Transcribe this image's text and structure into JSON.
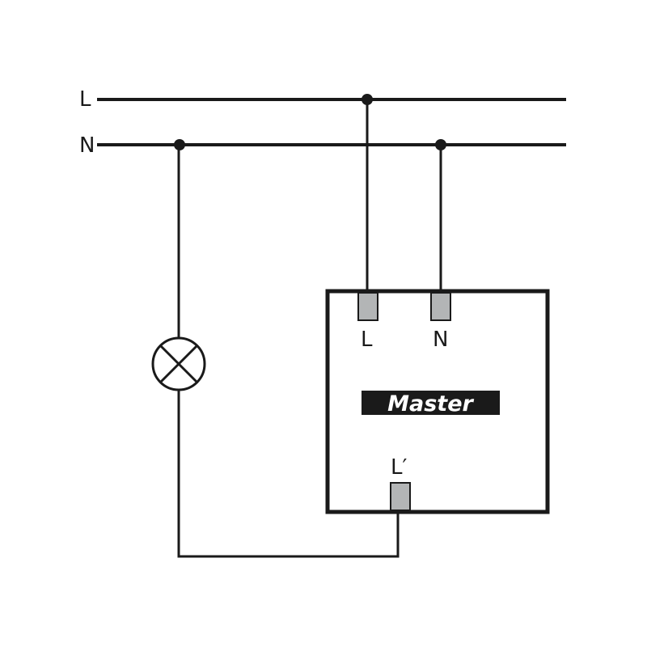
{
  "diagram": {
    "title": "Master switch wiring diagram",
    "bus_lines": [
      {
        "id": "L",
        "label": "L"
      },
      {
        "id": "N",
        "label": "N"
      }
    ],
    "device": {
      "label": "Master",
      "terminals": [
        {
          "id": "L",
          "label": "L"
        },
        {
          "id": "N",
          "label": "N"
        },
        {
          "id": "L_out",
          "label": "L′"
        }
      ]
    },
    "lamp": {
      "symbol": "lamp-icon"
    },
    "colors": {
      "wire": "#1a1a1a",
      "terminal_fill": "#b3b5b6",
      "label_bg": "#1a1a1a",
      "label_text": "#ffffff"
    }
  }
}
